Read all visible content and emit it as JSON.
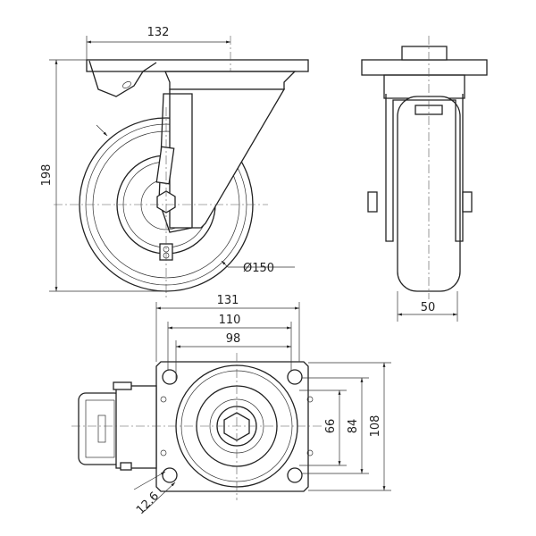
{
  "title": "Swivel castor with brake - technical drawing",
  "dimensions": {
    "plate_length": "132",
    "overall_height": "198",
    "wheel_diameter": "Ø150",
    "wheel_width": "50",
    "plate_width_total": "131",
    "plate_hole_span_outer": "110",
    "hole_spacing_x": "98",
    "hole_spacing_y": "66",
    "plate_hole_span_y": "84",
    "plate_height": "108",
    "hole_diameter": "12.6"
  },
  "colors": {
    "line": "#222222",
    "background": "#ffffff"
  }
}
